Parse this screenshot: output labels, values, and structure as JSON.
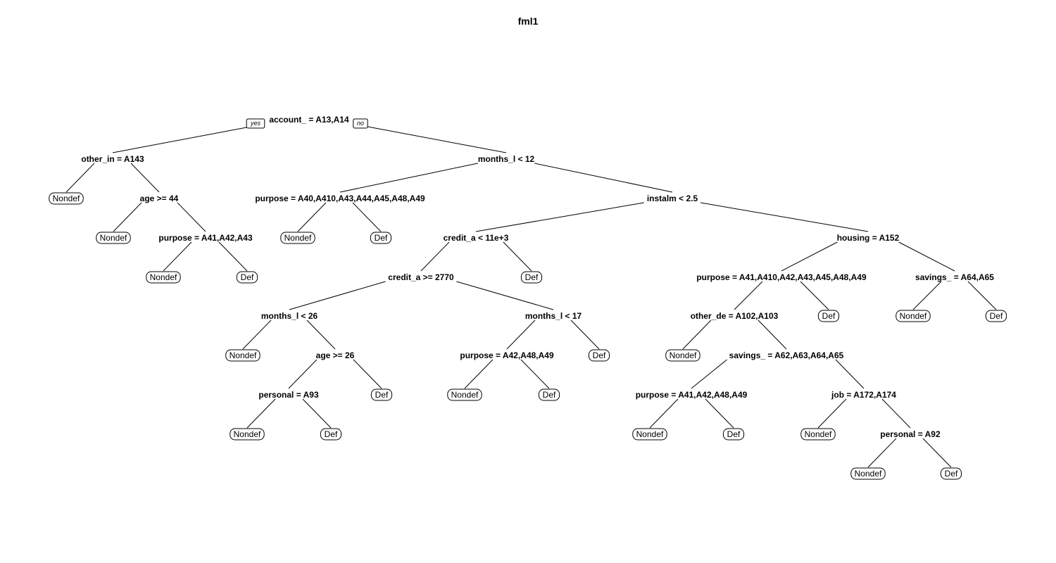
{
  "title": "fml1",
  "branch_labels": {
    "yes": "yes",
    "no": "no"
  },
  "nodes": {
    "n1": "account_ = A13,A14",
    "n2": "other_in = A143",
    "n3": "months_l < 12",
    "n4": "Nondef",
    "n5": "age >= 44",
    "n6": "purpose = A40,A410,A43,A44,A45,A48,A49",
    "n7": "instalm < 2.5",
    "n10": "Nondef",
    "n11": "purpose = A41,A42,A43",
    "n12": "Nondef",
    "n13": "Def",
    "n14": "credit_a < 11e+3",
    "n15": "housing = A152",
    "n22": "Nondef",
    "n23": "Def",
    "n28": "credit_a >= 2770",
    "n29": "Def",
    "n30": "purpose = A41,A410,A42,A43,A45,A48,A49",
    "n31": "savings_ = A64,A65",
    "n56": "months_l < 26",
    "n57": "months_l < 17",
    "n60": "other_de = A102,A103",
    "n61": "Def",
    "n62": "Nondef",
    "n63": "Def",
    "n112": "Nondef",
    "n113": "age >= 26",
    "n114": "purpose = A42,A48,A49",
    "n115": "Def",
    "n120": "Nondef",
    "n121": "savings_ = A62,A63,A64,A65",
    "n226": "personal = A93",
    "n227": "Def",
    "n228": "Nondef",
    "n229": "Def",
    "n242": "purpose = A41,A42,A48,A49",
    "n243": "job = A172,A174",
    "n452": "Nondef",
    "n453": "Def",
    "n484": "Nondef",
    "n485": "Def",
    "n486": "Nondef",
    "n487": "personal = A92",
    "n974": "Nondef",
    "n975": "Def"
  }
}
